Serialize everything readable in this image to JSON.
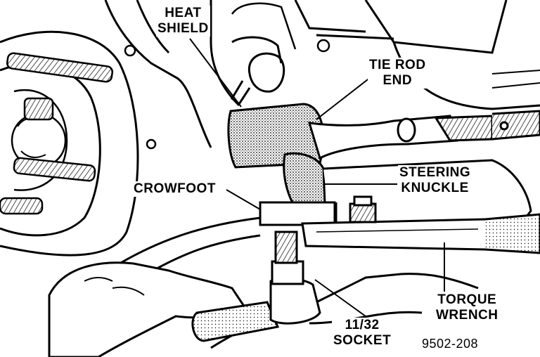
{
  "labels": {
    "heat_shield": [
      "HEAT",
      "SHIELD"
    ],
    "tie_rod_end": [
      "TIE ROD",
      "END"
    ],
    "steering_knuckle": [
      "STEERING",
      "KNUCKLE"
    ],
    "crowfoot": "CROWFOOT",
    "torque_wrench": [
      "TORQUE",
      "WRENCH"
    ],
    "socket": [
      "11/32",
      "SOCKET"
    ]
  },
  "figure_number": "9502-208",
  "colors": {
    "ink": "#000000",
    "paper": "#ffffff",
    "shade": "#9a9a9a"
  }
}
